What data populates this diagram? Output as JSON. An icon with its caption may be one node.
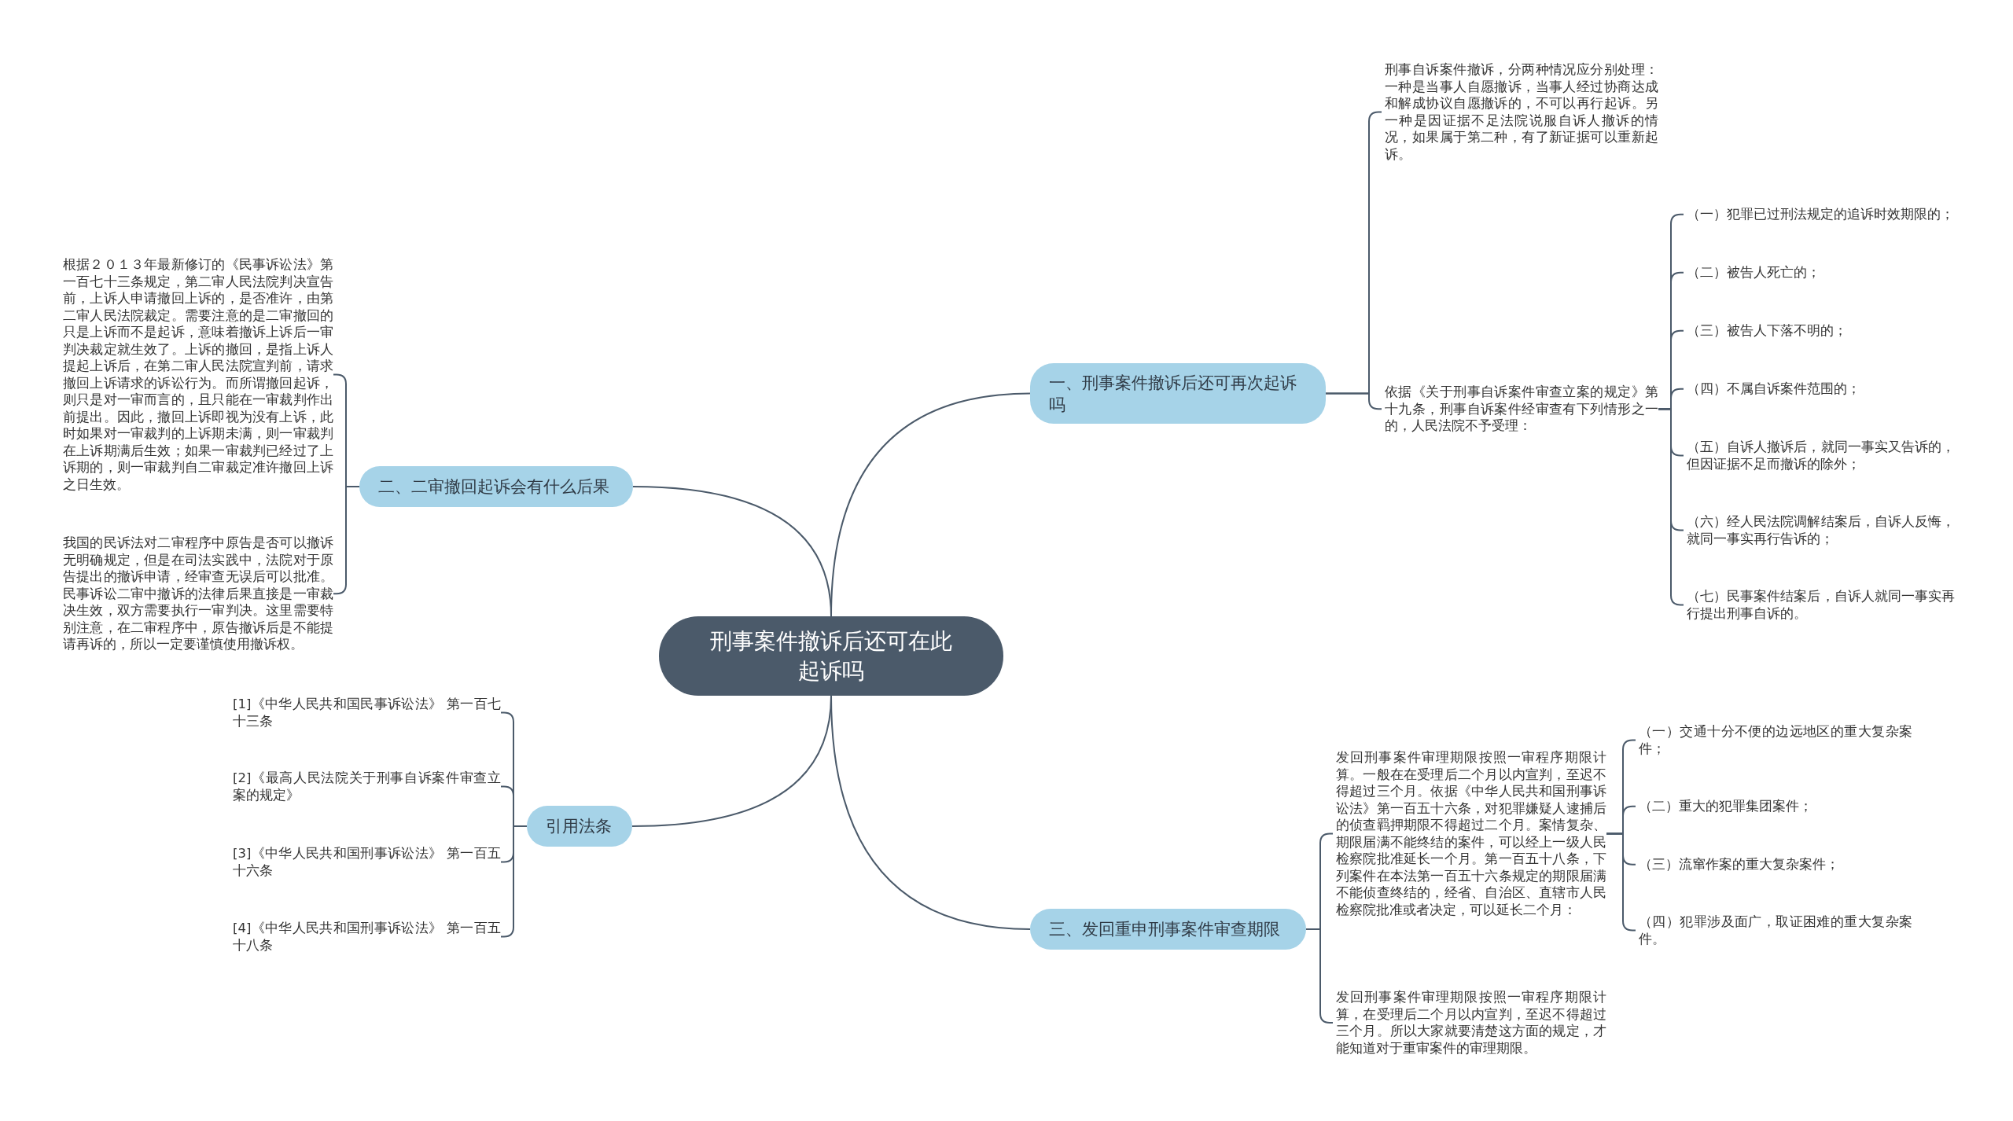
{
  "diagram": {
    "nodes": [
      {
        "text": [
          "刑事案件撤诉后还可在此起诉吗"
        ]
      },
      {
        "text": [
          "一、刑事案件撤诉后还可再次起诉吗"
        ]
      },
      {
        "text": [
          "刑事自诉案件撤诉，分两种情况应分别处理：一种是当事人自愿撤诉，当事人经过协商达成和解成协议自愿撤诉的，不可以再行起诉。另一种是因证据不足法院说服自诉人撤诉的情况，如果属于第二种，有了新证据可以重新起诉。"
        ]
      },
      {
        "text": [
          "依据《关于刑事自诉案件审查立案的规定》第十九条，刑事自诉案件经审查有下列情形之一的，人民法院不予受理："
        ]
      },
      {
        "text": [
          "（一）犯罪已过刑法规定的追诉时效期限的；"
        ]
      },
      {
        "text": [
          "（二）被告人死亡的；"
        ]
      },
      {
        "text": [
          "（三）被告人下落不明的；"
        ]
      },
      {
        "text": [
          "（四）不属自诉案件范围的；"
        ]
      },
      {
        "text": [
          "（五）自诉人撤诉后，就同一事实又告诉的，但因证据不足而撤诉的除外；"
        ]
      },
      {
        "text": [
          "（六）经人民法院调解结案后，自诉人反悔，就同一事实再行告诉的；"
        ]
      },
      {
        "text": [
          "（七）民事案件结案后，自诉人就同一事实再行提出刑事自诉的。"
        ]
      },
      {
        "text": [
          "二、二审撤回起诉会有什么后果"
        ]
      },
      {
        "text": [
          "根据２０１３年最新修订的《民事诉讼法》第一百七十三条规定，第二审人民法院判决宣告前，上诉人申请撤回上诉的，是否准许，由第二审人民法院裁定。需要注意的是二审撤回的只是上诉而不是起诉，意味着撤诉上诉后一审判决裁定就生效了。上诉的撤回，是指上诉人提起上诉后，在第二审人民法院宣判前，请求撤回上诉请求的诉讼行为。而所谓撤回起诉，则只是对一审而言的，且只能在一审裁判作出前提出。因此，撤回上诉即视为没有上诉，此时如果对一审裁判的上诉期未满，则一审裁判在上诉期满后生效；如果一审裁判已经过了上诉期的，则一审裁判自二审裁定准许撤回上诉之日生效。"
        ]
      },
      {
        "text": [
          "我国的民诉法对二审程序中原告是否可以撤诉无明确规定，但是在司法实践中，法院对于原告提出的撤诉申请，经审查无误后可以批准。民事诉讼二审中撤诉的法律后果直接是一审裁决生效，双方需要执行一审判决。这里需要特别注意，在二审程序中，原告撤诉后是不能提请再诉的，所以一定要谨慎使用撤诉权。"
        ]
      },
      {
        "text": [
          "三、发回重申刑事案件审查期限"
        ]
      },
      {
        "text": [
          "发回刑事案件审理期限按照一审程序期限计算。一般在在受理后二个月以内宣判，至迟不得超过三个月。依据《中华人民共和国刑事诉讼法》第一百五十六条，对犯罪嫌疑人逮捕后的侦查羁押期限不得超过二个月。案情复杂、期限届满不能终结的案件，可以经上一级人民检察院批准延长一个月。第一百五十八条，下列案件在本法第一百五十六条规定的期限届满不能侦查终结的，经省、自治区、直辖市人民检察院批准或者决定，可以延长二个月："
        ]
      },
      {
        "text": [
          "发回刑事案件审理期限按照一审程序期限计算，在受理后二个月以内宣判，至迟不得超过三个月。所以大家就要清楚这方面的规定，才能知道对于重审案件的审理期限。"
        ]
      },
      {
        "text": [
          "（一）交通十分不便的边远地区的重大复杂案件；"
        ]
      },
      {
        "text": [
          "（二）重大的犯罪集团案件；"
        ]
      },
      {
        "text": [
          "（三）流窜作案的重大复杂案件；"
        ]
      },
      {
        "text": [
          "（四）犯罪涉及面广，取证困难的重大复杂案件。"
        ]
      },
      {
        "text": [
          "引用法条"
        ]
      },
      {
        "text": [
          "[1]《中华人民共和国民事诉讼法》 第一百七十三条"
        ]
      },
      {
        "text": [
          "[2]《最高人民法院关于刑事自诉案件审查立案的规定》"
        ]
      },
      {
        "text": [
          "[3]《中华人民共和国刑事诉讼法》 第一百五十六条"
        ]
      },
      {
        "text": [
          "[4]《中华人民共和国刑事诉讼法》 第一百五十八条"
        ]
      }
    ],
    "edges": [
      {
        "from": 0,
        "to": 1,
        "arrow": "none"
      },
      {
        "from": 1,
        "to": 2,
        "arrow": "none"
      },
      {
        "from": 1,
        "to": 3,
        "arrow": "none"
      },
      {
        "from": 3,
        "to": 4,
        "arrow": "none"
      },
      {
        "from": 3,
        "to": 5,
        "arrow": "none"
      },
      {
        "from": 3,
        "to": 6,
        "arrow": "none"
      },
      {
        "from": 3,
        "to": 7,
        "arrow": "none"
      },
      {
        "from": 3,
        "to": 8,
        "arrow": "none"
      },
      {
        "from": 3,
        "to": 9,
        "arrow": "none"
      },
      {
        "from": 3,
        "to": 10,
        "arrow": "none"
      },
      {
        "from": 0,
        "to": 11,
        "arrow": "none"
      },
      {
        "from": 11,
        "to": 12,
        "arrow": "none"
      },
      {
        "from": 11,
        "to": 13,
        "arrow": "none"
      },
      {
        "from": 0,
        "to": 14,
        "arrow": "none"
      },
      {
        "from": 14,
        "to": 15,
        "arrow": "none"
      },
      {
        "from": 14,
        "to": 16,
        "arrow": "none"
      },
      {
        "from": 15,
        "to": 17,
        "arrow": "none"
      },
      {
        "from": 15,
        "to": 18,
        "arrow": "none"
      },
      {
        "from": 15,
        "to": 19,
        "arrow": "none"
      },
      {
        "from": 15,
        "to": 20,
        "arrow": "none"
      },
      {
        "from": 0,
        "to": 21,
        "arrow": "none"
      },
      {
        "from": 21,
        "to": 22,
        "arrow": "none"
      },
      {
        "from": 21,
        "to": 23,
        "arrow": "none"
      },
      {
        "from": 21,
        "to": 24,
        "arrow": "none"
      },
      {
        "from": 21,
        "to": 25,
        "arrow": "none"
      }
    ]
  }
}
